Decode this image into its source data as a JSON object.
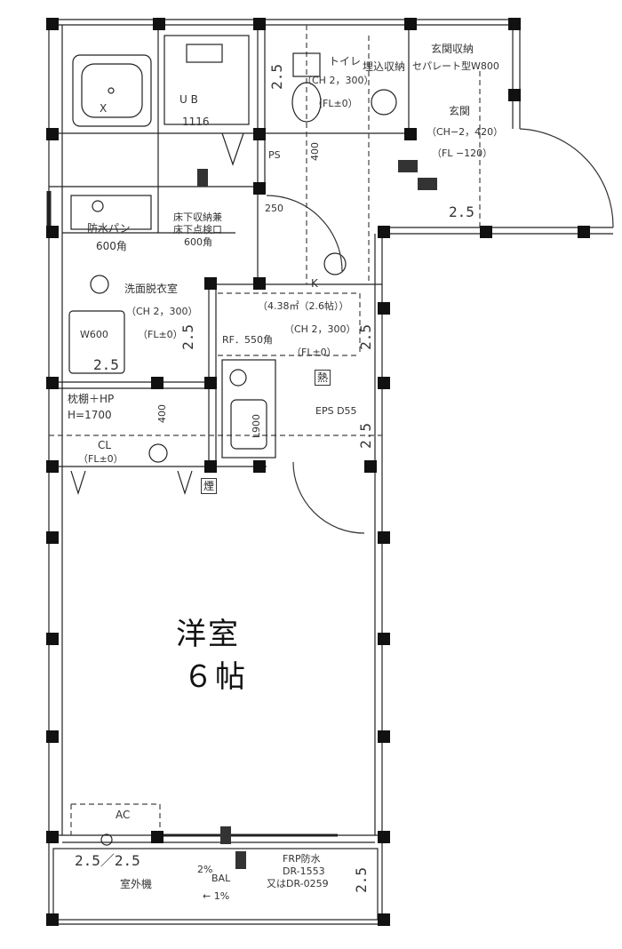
{
  "rooms": {
    "ub_label": "U B",
    "ub_size": "1116",
    "toilet": "トイレ",
    "toilet_ch": "（CH 2，300）",
    "toilet_fl": "（FL±0）",
    "built_in_storage": "埋込収納",
    "entrance_storage": "玄関収納",
    "entrance_storage_type": "セパレート型W800",
    "entrance": "玄関",
    "entrance_ch": "（CH−2，420）",
    "entrance_fl": "（FL −120）",
    "ps": "PS",
    "waterproof_pan": "防水パン",
    "waterproof_pan_size": "600角",
    "underfloor_storage_1": "床下収納兼",
    "underfloor_storage_2": "床下点検口",
    "underfloor_storage_3": "600角",
    "washroom": "洗面脱衣室",
    "washroom_ch": "（CH 2，300）",
    "washroom_fl": "（FL±0）",
    "w600": "W600",
    "kitchen_k": "K",
    "kitchen_area": "（4.38㎡（2.6帖））",
    "kitchen_ch": "（CH 2，300）",
    "kitchen_fl": "（FL±0）",
    "rf": "RF．550角",
    "heat_symbol": "熱",
    "eps": "EPS D55",
    "shelf_1": "枕棚＋HP",
    "shelf_2": "H=1700",
    "cl": "CL",
    "cl_fl": "（FL±0）",
    "smoke_symbol": "煙",
    "main_room_1": "洋室",
    "main_room_2": "６帖",
    "ac": "AC",
    "outdoor_unit": "室外機",
    "balcony_slope": "2%",
    "bal": "BAL",
    "slope_1": "← 1%",
    "frp_1": "FRP防水",
    "frp_2": "DR-1553",
    "frp_3": "又はDR-0259",
    "l900": "L900"
  },
  "dimensions": {
    "d_2_5_toilet": "2.5",
    "d_400_a": "400",
    "d_250": "250",
    "d_2_5_entrance": "2.5",
    "d_2_5_wash_left": "2.5",
    "d_2_5_kitchen_left": "2.5",
    "d_2_5_kitchen_right": "2.5",
    "d_2_5_eps": "2.5",
    "d_400_b": "400",
    "d_2_5_bal_pair": "2.5／2.5",
    "d_2_5_bal_right": "2.5"
  }
}
